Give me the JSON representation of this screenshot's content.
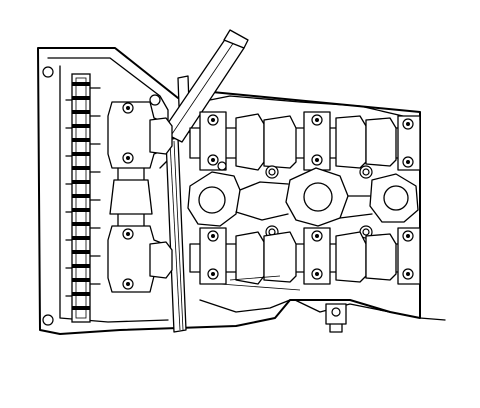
{
  "figure": {
    "background": "#ffffff",
    "ink": "#000000",
    "parts": [
      "cylinder-head",
      "camshaft-upper",
      "camshaft-lower",
      "camshaft-bearing-cap",
      "timing-chain-guide",
      "holding-tool",
      "gasket-strip",
      "spark-plug-bore",
      "cap-bolt"
    ]
  }
}
